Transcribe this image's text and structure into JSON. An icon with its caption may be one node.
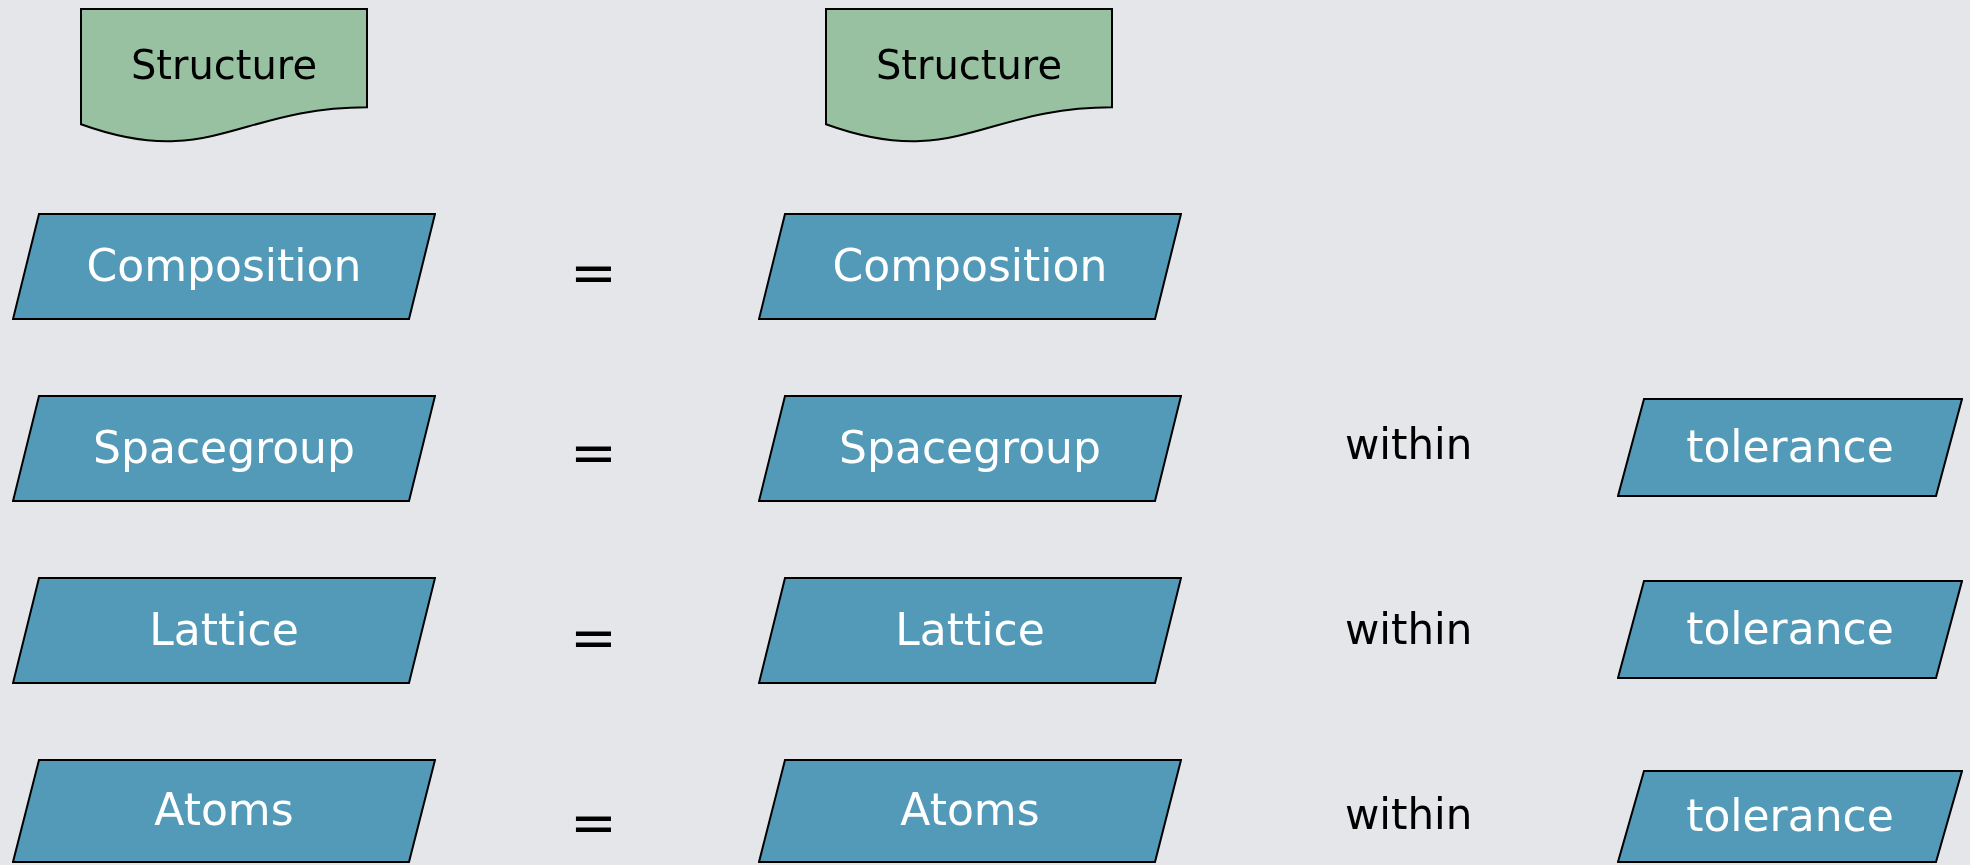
{
  "diagram": {
    "nodes": [
      {
        "text": [
          "Structure"
        ]
      },
      {
        "text": [
          "Structure"
        ]
      },
      {
        "text": [
          "Composition"
        ]
      },
      {
        "text": [
          "Composition"
        ]
      },
      {
        "text": [
          "Spacegroup"
        ]
      },
      {
        "text": [
          "Spacegroup"
        ]
      },
      {
        "text": [
          "tolerance"
        ]
      },
      {
        "text": [
          "Lattice"
        ]
      },
      {
        "text": [
          "Lattice"
        ]
      },
      {
        "text": [
          "tolerance"
        ]
      },
      {
        "text": [
          "Atoms"
        ]
      },
      {
        "text": [
          "Atoms"
        ]
      },
      {
        "text": [
          "tolerance"
        ]
      }
    ],
    "edges": [],
    "labels": [
      "=",
      "=",
      "within",
      "=",
      "within",
      "=",
      "within"
    ]
  }
}
